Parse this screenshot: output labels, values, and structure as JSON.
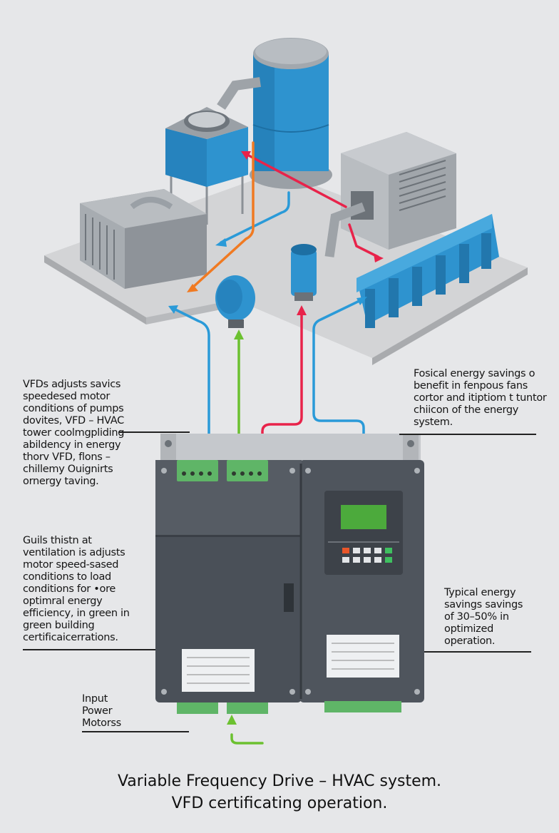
{
  "title": {
    "line1": "Variable Frequency Drive – HVAC system.",
    "line2": "VFD certificating operation."
  },
  "annotations": {
    "top_left": "VFDs adjusts savics speedesed motor conditions of pumps dovites, VFD – HVAC tower coolmgpliding abildency in energy thorv VFD, flons – chillemy Ouignirts ornergy taving.",
    "mid_left": "Guils thistn at ventilation is adjusts motor speed-sased conditions to load conditions for •ore optimral energy efficiency, in green in green building certificaicerrations.",
    "bottom_left": "Input Power Motorss",
    "top_right": "Fosical energy savings o benefit in fenpous fans cortor and itiptiom t tuntor chiicon of the energy system.",
    "mid_right": "Typical energy savings savings of 30–50% in optimized operation."
  },
  "colors": {
    "background": "#e6e7e9",
    "equipment_blue": "#2e93cf",
    "cabinet": "#4a5058",
    "flow_blue": "#2a9ad8",
    "flow_red": "#e8234a",
    "flow_green": "#6cc130",
    "flow_orange": "#f07a22",
    "terminal_green": "#5fb567",
    "display_green": "#4caa3c"
  },
  "icons": [
    "cooling-tower-icon",
    "water-tank-icon",
    "chiller-icon",
    "air-handler-icon",
    "pump-icon",
    "motor-icon",
    "vfd-cabinet-icon",
    "keypad-icon"
  ]
}
